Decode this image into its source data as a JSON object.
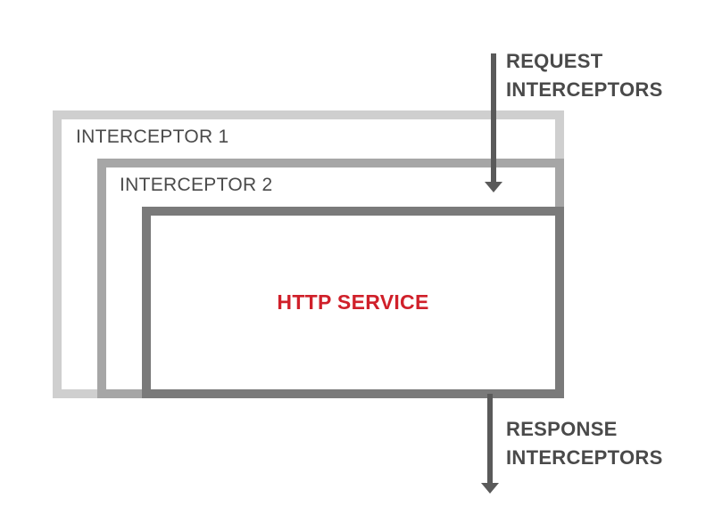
{
  "diagram": {
    "outer_box": {
      "label": "INTERCEPTOR 1"
    },
    "middle_box": {
      "label": "INTERCEPTOR 2"
    },
    "inner_box": {
      "label": "HTTP SERVICE"
    },
    "request": {
      "line1": "REQUEST",
      "line2": "INTERCEPTORS"
    },
    "response": {
      "line1": "RESPONSE",
      "line2": "INTERCEPTORS"
    }
  },
  "colors": {
    "outer_border": "#cfcfcf",
    "middle_border": "#a6a6a6",
    "inner_border": "#7a7a7a",
    "service_text": "#d0202a",
    "text": "#4a4a4a",
    "arrow": "#5a5a5a"
  }
}
